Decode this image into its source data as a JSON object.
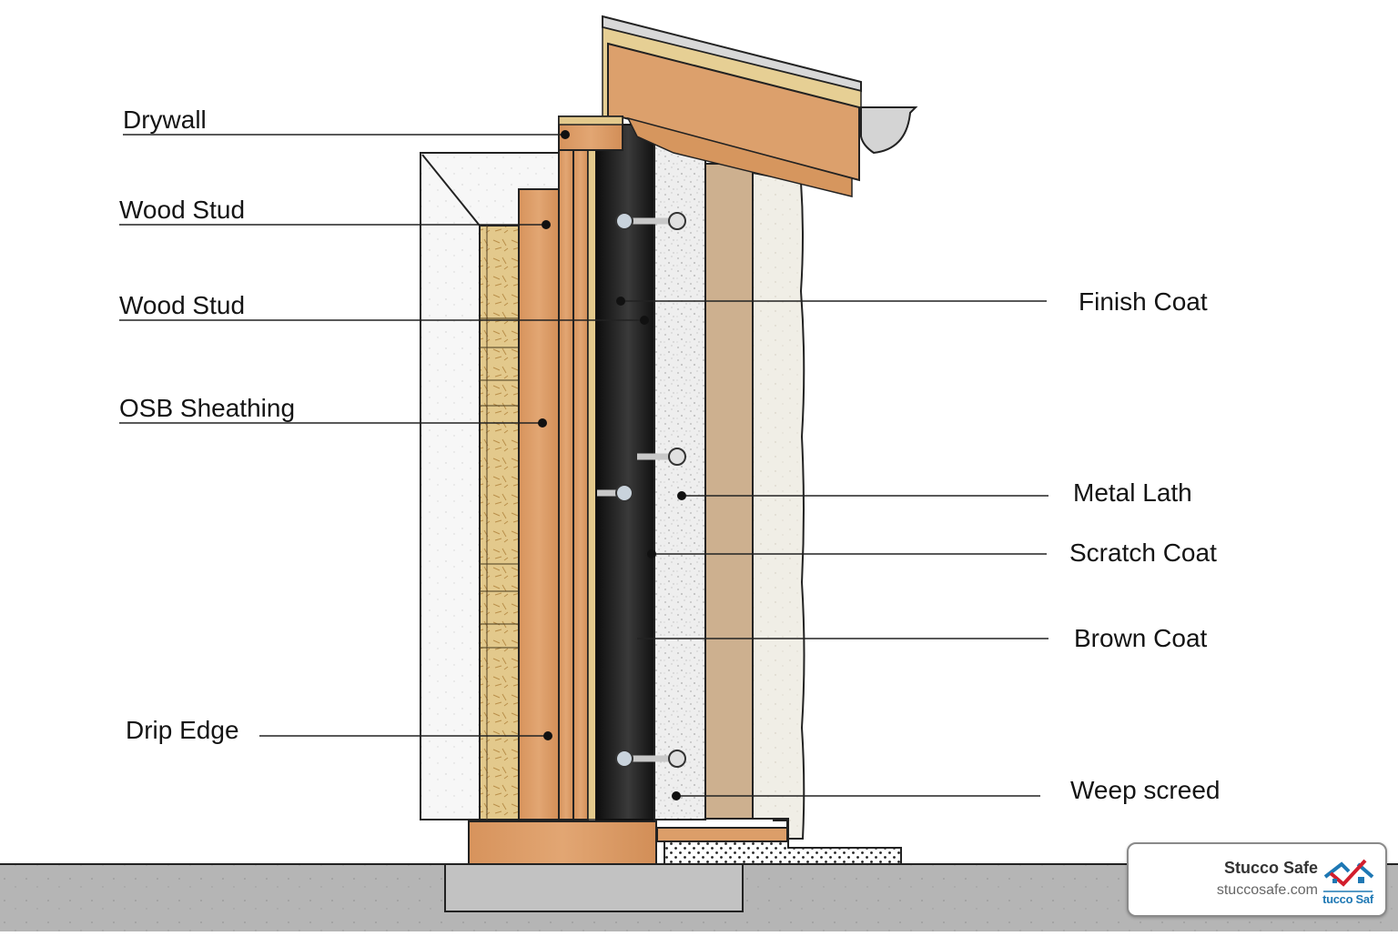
{
  "diagram": {
    "type": "wall-section-cross-section",
    "subject": "Stucco wall assembly layers"
  },
  "labels": {
    "left": [
      {
        "text": "Drywall"
      },
      {
        "text": "Wood Stud"
      },
      {
        "text": "Wood Stud"
      },
      {
        "text": "OSB Sheathing"
      },
      {
        "text": "Drip Edge"
      }
    ],
    "right": [
      {
        "text": "Finish Coat"
      },
      {
        "text": "Metal Lath"
      },
      {
        "text": "Scratch Coat"
      },
      {
        "text": "Brown Coat"
      },
      {
        "text": "Weep screed"
      }
    ]
  },
  "colors": {
    "wood": "#DB9A64",
    "wood_dark": "#C98448",
    "osb": "#E3C98C",
    "barrier": "#1A1A1A",
    "scratch_coat": "#EEEEEE",
    "brown_coat": "#CDB08F",
    "finish_coat": "#F0EEE6",
    "roof_metal": "#D8D8D8",
    "ground": "#B5B5B5",
    "footing": "#C2C2C2",
    "logo_blue": "#1E78B4",
    "logo_red": "#D21E2D"
  },
  "badge": {
    "title": "Stucco Safe",
    "url": "stuccosafe.com",
    "logo_text": "tucco Saf"
  }
}
